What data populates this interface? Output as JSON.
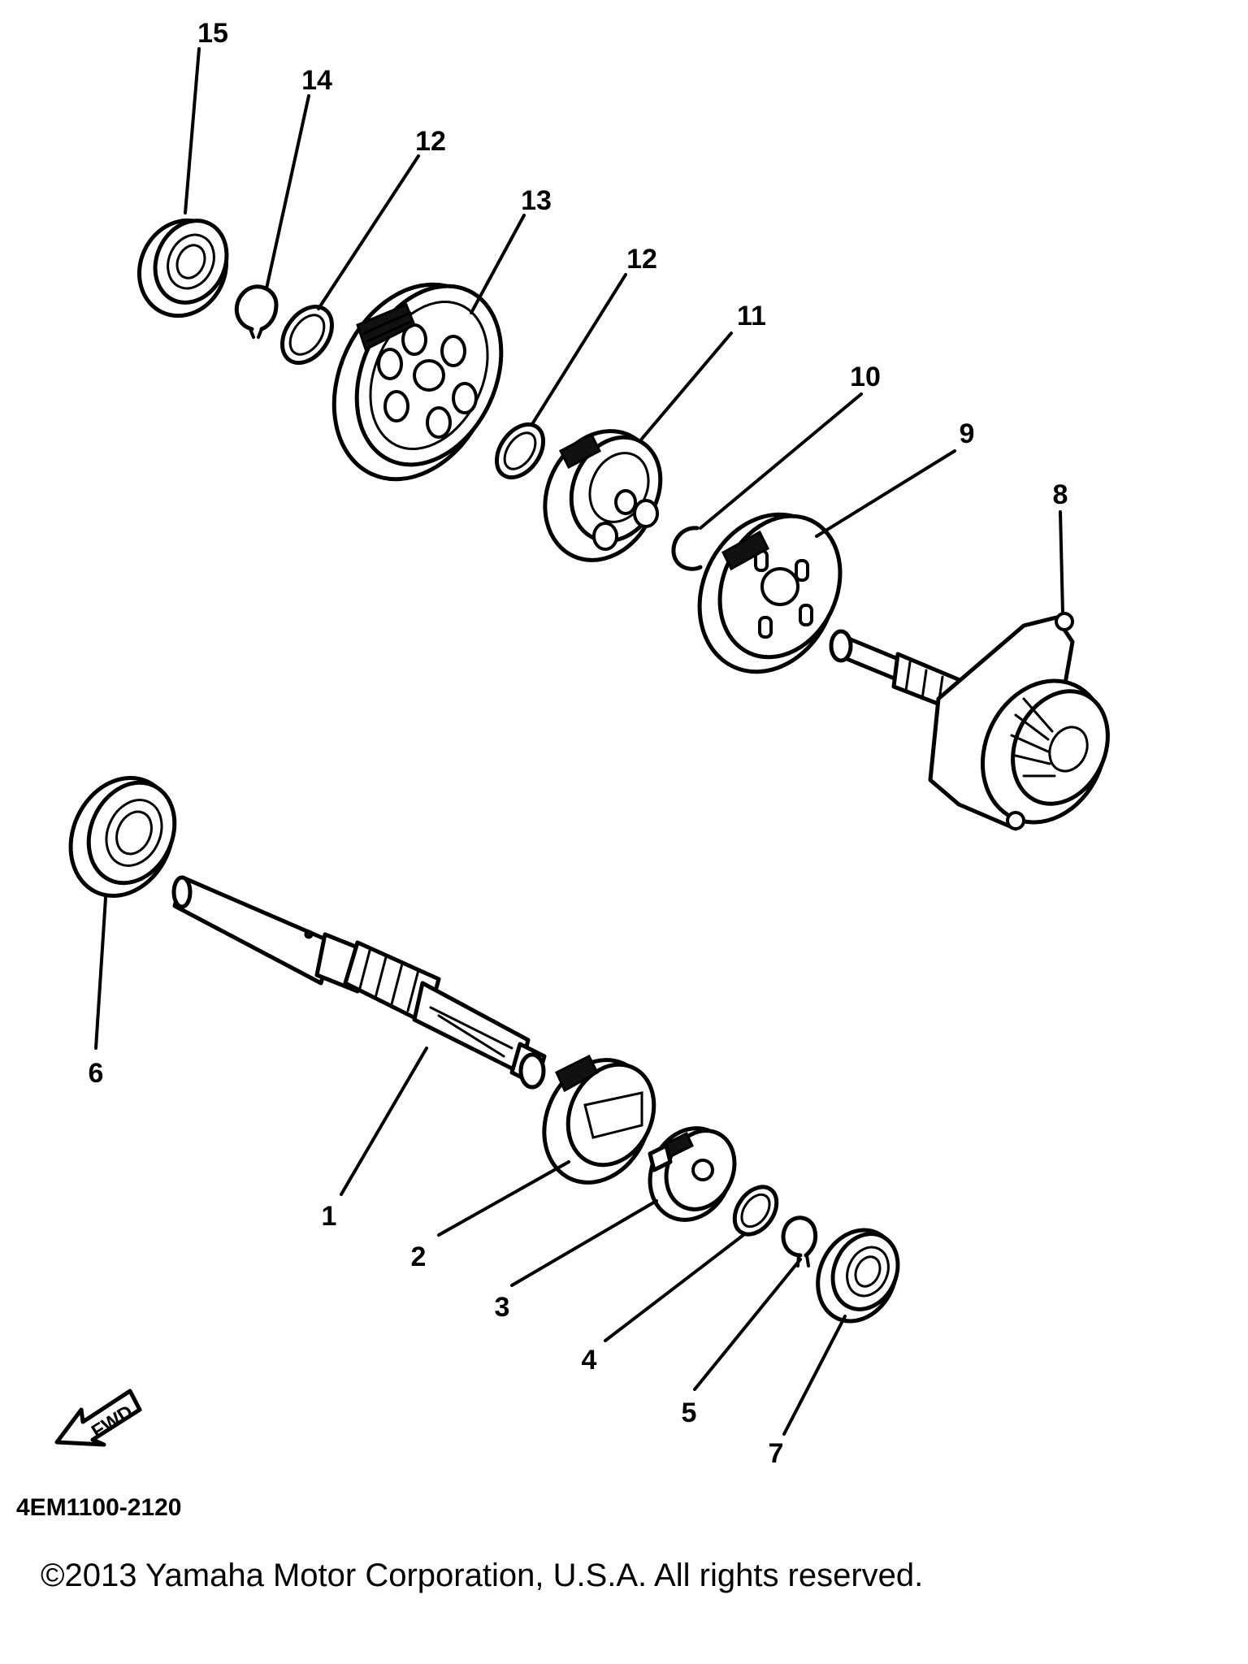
{
  "diagram": {
    "part_labels": {
      "p1": "1",
      "p2": "2",
      "p3": "3",
      "p4": "4",
      "p5": "5",
      "p6": "6",
      "p7": "7",
      "p8": "8",
      "p9": "9",
      "p10": "10",
      "p11": "11",
      "p12a": "12",
      "p12b": "12",
      "p13": "13",
      "p14": "14",
      "p15": "15"
    },
    "direction_marker": "FWD",
    "drawing_code": "4EM1100-2120",
    "copyright": "©2013 Yamaha Motor Corporation, U.S.A. All rights reserved."
  },
  "colors": {
    "line": "#000000",
    "background": "#ffffff"
  }
}
